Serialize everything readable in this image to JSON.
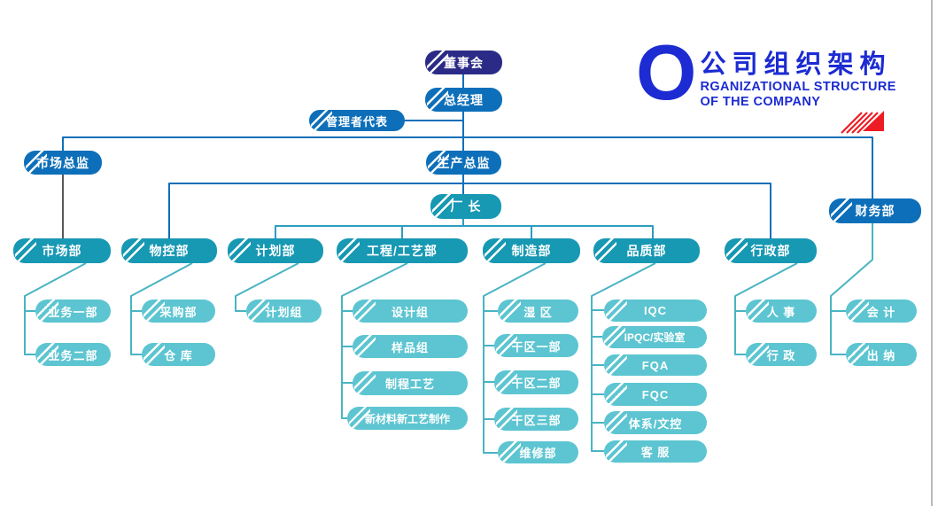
{
  "title": {
    "big_letter": "O",
    "cn": "公司组织架构",
    "en_line1": "RGANIZATIONAL STRUCTURE",
    "en_line2": "OF THE COMPANY"
  },
  "nodes": {
    "board": "董事会",
    "general_manager": "总经理",
    "management_rep": "管理者代表",
    "marketing_director": "市场总监",
    "production_director": "生产总监",
    "factory_manager": "厂 长",
    "finance_dept": "财务部",
    "marketing_dept": "市场部",
    "material_control_dept": "物控部",
    "planning_dept": "计划部",
    "engineering_dept": "工程/工艺部",
    "manufacturing_dept": "制造部",
    "quality_dept": "品质部",
    "admin_dept": "行政部",
    "sales_1": "业务一部",
    "sales_2": "业务二部",
    "purchasing": "采购部",
    "warehouse": "仓 库",
    "planning_group": "计划组",
    "design_group": "设计组",
    "sample_group": "样品组",
    "process_engineering": "制程工艺",
    "new_materials": "新材料新工艺制作",
    "wet_area": "湿 区",
    "dry_area_1": "干区一部",
    "dry_area_2": "干区二部",
    "dry_area_3": "干区三部",
    "maintenance": "维修部",
    "iqc": "IQC",
    "ipqc_lab": "IPQC/实验室",
    "fqa": "FQA",
    "fqc": "FQC",
    "system_doc_control": "体系/文控",
    "customer_service": "客 服",
    "hr": "人 事",
    "admin": "行 政",
    "accounting": "会 计",
    "cashier": "出 纳"
  },
  "colors": {
    "navy_box": "#2b2b87",
    "blue_box": "#0d6fb9",
    "teal_box": "#1798b3",
    "cyan_box": "#5cc5d1",
    "blue_line": "#0d6fb9",
    "teal_rail": "#2d9dbf",
    "child_line": "#49b4c3",
    "grey_line": "#58595b",
    "title_blue": "#1c2bd2",
    "red_accent": "#ed1c24"
  }
}
